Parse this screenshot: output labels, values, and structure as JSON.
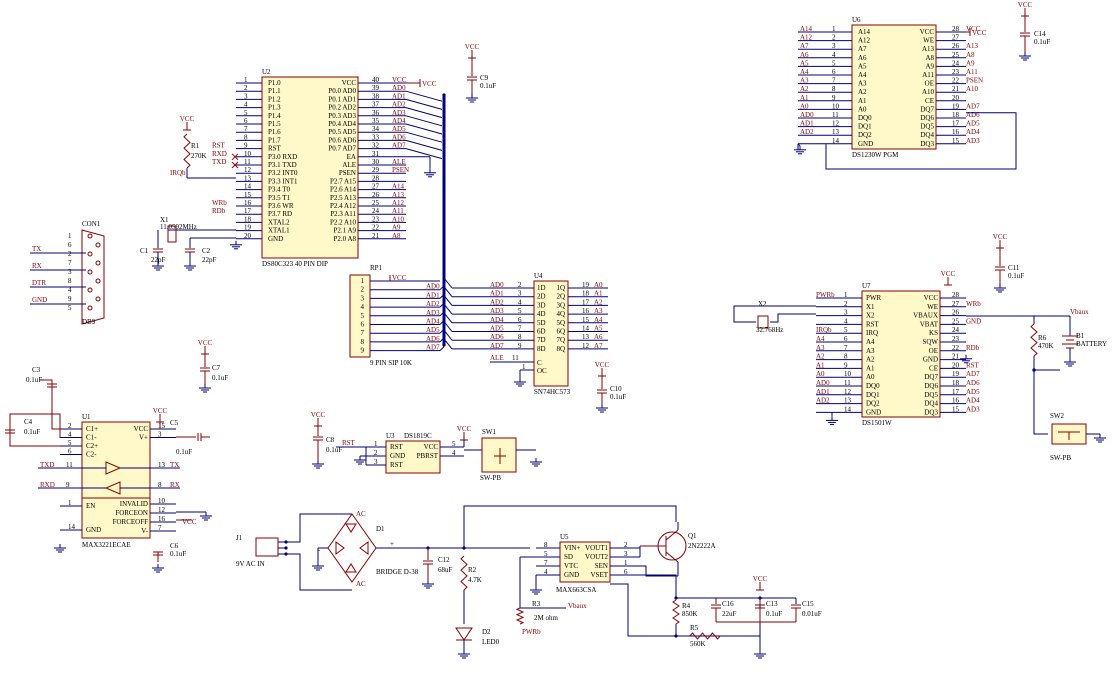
{
  "u2": {
    "ref": "U2",
    "part": "DS80C323 40 PIN DIP",
    "left_pins": [
      {
        "n": "1",
        "name": "P1.0"
      },
      {
        "n": "2",
        "name": "P1.1"
      },
      {
        "n": "3",
        "name": "P1.2"
      },
      {
        "n": "4",
        "name": "P1.3"
      },
      {
        "n": "5",
        "name": "P1.4"
      },
      {
        "n": "6",
        "name": "P1.5"
      },
      {
        "n": "7",
        "name": "P1.6"
      },
      {
        "n": "8",
        "name": "P1.7"
      },
      {
        "n": "9",
        "name": "RST"
      },
      {
        "n": "10",
        "name": "P3.0 RXD"
      },
      {
        "n": "11",
        "name": "P3.1 TXD"
      },
      {
        "n": "12",
        "name": "P3.2 INT0"
      },
      {
        "n": "13",
        "name": "P3.3 INT1"
      },
      {
        "n": "14",
        "name": "P3.4 T0"
      },
      {
        "n": "15",
        "name": "P3.5 T1"
      },
      {
        "n": "16",
        "name": "P3.6 WR"
      },
      {
        "n": "17",
        "name": "P3.7 RD"
      },
      {
        "n": "18",
        "name": "XTAL2"
      },
      {
        "n": "19",
        "name": "XTAL1"
      },
      {
        "n": "20",
        "name": "GND"
      }
    ],
    "right_pins": [
      {
        "n": "40",
        "name": "VCC",
        "net": "VCC"
      },
      {
        "n": "39",
        "name": "P0.0 AD0",
        "net": "AD0"
      },
      {
        "n": "38",
        "name": "P0.1 AD1",
        "net": "AD1"
      },
      {
        "n": "37",
        "name": "P0.2 AD2",
        "net": "AD2"
      },
      {
        "n": "36",
        "name": "P0.3 AD3",
        "net": "AD3"
      },
      {
        "n": "35",
        "name": "P0.4 AD4",
        "net": "AD4"
      },
      {
        "n": "34",
        "name": "P0.5 AD5",
        "net": "AD5"
      },
      {
        "n": "33",
        "name": "P0.6 AD6",
        "net": "AD6"
      },
      {
        "n": "32",
        "name": "P0.7 AD7",
        "net": "AD7"
      },
      {
        "n": "31",
        "name": "EA",
        "net": ""
      },
      {
        "n": "30",
        "name": "ALE",
        "net": "ALE"
      },
      {
        "n": "29",
        "name": "PSEN",
        "net": "PSEN"
      },
      {
        "n": "28",
        "name": "P2.7 A15",
        "net": ""
      },
      {
        "n": "27",
        "name": "P2.6 A14",
        "net": "A14"
      },
      {
        "n": "26",
        "name": "P2.5 A13",
        "net": "A13"
      },
      {
        "n": "25",
        "name": "P2.4 A12",
        "net": "A12"
      },
      {
        "n": "24",
        "name": "P2.3 A11",
        "net": "A11"
      },
      {
        "n": "23",
        "name": "P2.2 A10",
        "net": "A10"
      },
      {
        "n": "22",
        "name": "P2.1 A9",
        "net": "A9"
      },
      {
        "n": "21",
        "name": "P2.0 A8",
        "net": "A8"
      }
    ],
    "left_nets": {
      "rst": "RST",
      "rxd": "RXD",
      "txd": "TXD",
      "irq": "IRQb",
      "wr": "WRb",
      "rd": "RDb"
    }
  },
  "u6": {
    "ref": "U6",
    "part": "DS1230W PGM",
    "left_pins": [
      {
        "n": "1",
        "name": "A14",
        "net": "A14"
      },
      {
        "n": "2",
        "name": "A12",
        "net": "A12"
      },
      {
        "n": "3",
        "name": "A7",
        "net": "A7"
      },
      {
        "n": "4",
        "name": "A6",
        "net": "A6"
      },
      {
        "n": "5",
        "name": "A5",
        "net": "A5"
      },
      {
        "n": "6",
        "name": "A4",
        "net": "A4"
      },
      {
        "n": "7",
        "name": "A3",
        "net": "A3"
      },
      {
        "n": "8",
        "name": "A2",
        "net": "A2"
      },
      {
        "n": "9",
        "name": "A1",
        "net": "A1"
      },
      {
        "n": "10",
        "name": "A0",
        "net": "A0"
      },
      {
        "n": "11",
        "name": "DQ0",
        "net": "AD0"
      },
      {
        "n": "12",
        "name": "DQ1",
        "net": "AD1"
      },
      {
        "n": "13",
        "name": "DQ2",
        "net": "AD2"
      },
      {
        "n": "14",
        "name": "GND",
        "net": ""
      }
    ],
    "right_pins": [
      {
        "n": "28",
        "name": "VCC",
        "net": "VCC"
      },
      {
        "n": "27",
        "name": "WE",
        "net": ""
      },
      {
        "n": "26",
        "name": "A13",
        "net": "A13"
      },
      {
        "n": "25",
        "name": "A8",
        "net": "A8"
      },
      {
        "n": "24",
        "name": "A9",
        "net": "A9"
      },
      {
        "n": "23",
        "name": "A11",
        "net": "A11"
      },
      {
        "n": "22",
        "name": "OE",
        "net": "PSEN"
      },
      {
        "n": "21",
        "name": "A10",
        "net": "A10"
      },
      {
        "n": "20",
        "name": "CE",
        "net": ""
      },
      {
        "n": "19",
        "name": "DQ7",
        "net": "AD7"
      },
      {
        "n": "18",
        "name": "DQ6",
        "net": "AD6"
      },
      {
        "n": "17",
        "name": "DQ5",
        "net": "AD5"
      },
      {
        "n": "16",
        "name": "DQ4",
        "net": "AD4"
      },
      {
        "n": "15",
        "name": "DQ3",
        "net": "AD3"
      }
    ]
  },
  "u4": {
    "ref": "U4",
    "part": "SN74HC573",
    "rows": [
      {
        "in": "AD0",
        "pin": "2",
        "d": "1D",
        "q": "1Q",
        "opin": "19",
        "out": "A0"
      },
      {
        "in": "AD1",
        "pin": "3",
        "d": "2D",
        "q": "2Q",
        "opin": "18",
        "out": "A1"
      },
      {
        "in": "AD2",
        "pin": "4",
        "d": "3D",
        "q": "3Q",
        "opin": "17",
        "out": "A2"
      },
      {
        "in": "AD3",
        "pin": "5",
        "d": "4D",
        "q": "4Q",
        "opin": "16",
        "out": "A3"
      },
      {
        "in": "AD4",
        "pin": "6",
        "d": "5D",
        "q": "5Q",
        "opin": "15",
        "out": "A4"
      },
      {
        "in": "AD5",
        "pin": "7",
        "d": "6D",
        "q": "6Q",
        "opin": "14",
        "out": "A5"
      },
      {
        "in": "AD6",
        "pin": "8",
        "d": "7D",
        "q": "7Q",
        "opin": "13",
        "out": "A6"
      },
      {
        "in": "AD7",
        "pin": "9",
        "d": "8D",
        "q": "8Q",
        "opin": "12",
        "out": "A7"
      }
    ],
    "c_pin": "11",
    "c_label": "C",
    "c_net": "ALE",
    "oc_pin": "1",
    "oc_label": "OC"
  },
  "rp1": {
    "ref": "RP1",
    "part": "9 PIN SIP 10K",
    "pins": [
      "1",
      "2",
      "3",
      "4",
      "5",
      "6",
      "7",
      "8",
      "9"
    ],
    "nets": [
      "VCC",
      "AD0",
      "AD1",
      "AD2",
      "AD3",
      "AD4",
      "AD5",
      "AD6",
      "AD7"
    ]
  },
  "u7": {
    "ref": "U7",
    "part": "DS1501W",
    "left_pins": [
      {
        "n": "1",
        "name": "PWR",
        "net": "PWRb"
      },
      {
        "n": "2",
        "name": "X1",
        "net": ""
      },
      {
        "n": "3",
        "name": "X2",
        "net": ""
      },
      {
        "n": "4",
        "name": "RST",
        "net": ""
      },
      {
        "n": "5",
        "name": "IRQ",
        "net": "IRQb"
      },
      {
        "n": "6",
        "name": "A4",
        "net": "A4"
      },
      {
        "n": "7",
        "name": "A3",
        "net": "A3"
      },
      {
        "n": "8",
        "name": "A2",
        "net": "A2"
      },
      {
        "n": "9",
        "name": "A1",
        "net": "A1"
      },
      {
        "n": "10",
        "name": "A0",
        "net": "A0"
      },
      {
        "n": "11",
        "name": "DQ0",
        "net": "AD0"
      },
      {
        "n": "12",
        "name": "DQ1",
        "net": "AD1"
      },
      {
        "n": "13",
        "name": "DQ2",
        "net": "AD2"
      },
      {
        "n": "14",
        "name": "GND",
        "net": ""
      }
    ],
    "right_pins": [
      {
        "n": "28",
        "name": "VCC",
        "net": ""
      },
      {
        "n": "27",
        "name": "WE",
        "net": "WRb"
      },
      {
        "n": "26",
        "name": "VBAUX",
        "net": ""
      },
      {
        "n": "25",
        "name": "VBAT",
        "net": "GND"
      },
      {
        "n": "24",
        "name": "KS",
        "net": ""
      },
      {
        "n": "23",
        "name": "SQW",
        "net": ""
      },
      {
        "n": "22",
        "name": "OE",
        "net": "RDb"
      },
      {
        "n": "21",
        "name": "GND",
        "net": ""
      },
      {
        "n": "20",
        "name": "CE",
        "net": "RST"
      },
      {
        "n": "19",
        "name": "DQ7",
        "net": "AD7"
      },
      {
        "n": "18",
        "name": "DQ6",
        "net": "AD6"
      },
      {
        "n": "17",
        "name": "DQ5",
        "net": "AD5"
      },
      {
        "n": "16",
        "name": "DQ4",
        "net": "AD4"
      },
      {
        "n": "15",
        "name": "DQ3",
        "net": "AD3"
      }
    ]
  },
  "u1": {
    "ref": "U1",
    "part": "MAX3221ECAE",
    "left_pins": [
      {
        "n": "2",
        "name": "C1+"
      },
      {
        "n": "4",
        "name": "C1-"
      },
      {
        "n": "5",
        "name": "C2+"
      },
      {
        "n": "6",
        "name": "C2-"
      }
    ],
    "right_pins": [
      {
        "n": "15",
        "name": "VCC"
      },
      {
        "n": "3",
        "name": "V+"
      }
    ],
    "lower_left": [
      {
        "n": "1",
        "name": "EN"
      },
      {
        "n": "14",
        "name": "GND"
      }
    ],
    "lower_right": [
      {
        "n": "10",
        "name": "INVALID"
      },
      {
        "n": "12",
        "name": "FORCEON"
      },
      {
        "n": "16",
        "name": "FORCEOFF"
      },
      {
        "n": "7",
        "name": "V-"
      }
    ],
    "txd": {
      "net": "TXD",
      "in": "11",
      "out": "13",
      "out_net": "TX"
    },
    "rxd": {
      "net": "RXD",
      "in": "9",
      "out": "8",
      "out_net": "RX"
    }
  },
  "con1": {
    "ref": "CON1",
    "part": "DB9",
    "nets": [
      "TX",
      "RX",
      "DTR",
      "GND"
    ],
    "pins": [
      "1",
      "6",
      "2",
      "7",
      "3",
      "8",
      "4",
      "9",
      "5"
    ]
  },
  "u3": {
    "ref": "U3",
    "part": "DS1819C",
    "left": [
      {
        "n": "1",
        "name": "RST"
      },
      {
        "n": "2",
        "name": "GND"
      },
      {
        "n": "3",
        "name": "RST"
      }
    ],
    "right": [
      {
        "n": "5",
        "name": "VCC"
      },
      {
        "n": "4",
        "name": "PBRST"
      }
    ],
    "net": "RST"
  },
  "u5": {
    "ref": "U5",
    "part": "MAX663CSA",
    "left": [
      {
        "n": "8",
        "name": "VIN+"
      },
      {
        "n": "5",
        "name": "SD"
      },
      {
        "n": "7",
        "name": "VTC"
      },
      {
        "n": "4",
        "name": "GND"
      }
    ],
    "right": [
      {
        "n": "2",
        "name": "VOUT1"
      },
      {
        "n": "3",
        "name": "VOUT2"
      },
      {
        "n": "1",
        "name": "SEN"
      },
      {
        "n": "6",
        "name": "VSET"
      }
    ]
  },
  "passives": {
    "r1": {
      "ref": "R1",
      "val": "270K"
    },
    "x1": {
      "ref": "X1",
      "val": "11.0592MHz"
    },
    "c1": {
      "ref": "C1",
      "val": "22pF"
    },
    "c2": {
      "ref": "C2",
      "val": "22pF"
    },
    "c9": {
      "ref": "C9",
      "val": "0.1uF"
    },
    "c14": {
      "ref": "C14",
      "val": "0.1uF"
    },
    "c11": {
      "ref": "C11",
      "val": "0.1uF"
    },
    "c10": {
      "ref": "C10",
      "val": "0.1uF"
    },
    "c3": {
      "ref": "C3",
      "val": "0.1uF"
    },
    "c4": {
      "ref": "C4",
      "val": "0.1uF"
    },
    "c5": {
      "ref": "C5",
      "val": "0.1uF"
    },
    "c6": {
      "ref": "C6",
      "val": "0.1uF"
    },
    "c7": {
      "ref": "C7",
      "val": "0.1uF"
    },
    "c8": {
      "ref": "C8",
      "val": "0.1uF"
    },
    "c12": {
      "ref": "C12",
      "val": "68uF"
    },
    "c16": {
      "ref": "C16",
      "val": "22uF"
    },
    "c13": {
      "ref": "C13",
      "val": "0.1uF"
    },
    "c15": {
      "ref": "C15",
      "val": "0.01uF"
    },
    "x2": {
      "ref": "X2",
      "val": "32.768Hz"
    },
    "r6": {
      "ref": "R6",
      "val": "470K"
    },
    "b1": {
      "ref": "B1",
      "val": "BATTERY"
    },
    "r2": {
      "ref": "R2",
      "val": "4.7K"
    },
    "r3": {
      "ref": "R3",
      "val": "2M ohm"
    },
    "r4": {
      "ref": "R4",
      "val": "850K"
    },
    "r5": {
      "ref": "R5",
      "val": "560K"
    },
    "d2": {
      "ref": "D2",
      "val": "LED0"
    },
    "q1": {
      "ref": "Q1",
      "val": "2N2222A"
    },
    "d1": {
      "ref": "D1",
      "val": "BRIDGE D-38"
    },
    "j1": {
      "ref": "J1",
      "val": "9V AC IN"
    },
    "sw1": {
      "ref": "SW1",
      "val": "SW-PB"
    },
    "sw2": {
      "ref": "SW2",
      "val": "SW-PB"
    }
  },
  "labels": {
    "vcc": "VCC",
    "vbaux": "Vbaux",
    "pwrb": "PWRb",
    "wrb": "WRb",
    "rdb": "RDb",
    "irqb": "IRQb",
    "gnd": "GND",
    "rst": "RST",
    "ac": "AC",
    "plus": "+",
    "minus": "-"
  }
}
